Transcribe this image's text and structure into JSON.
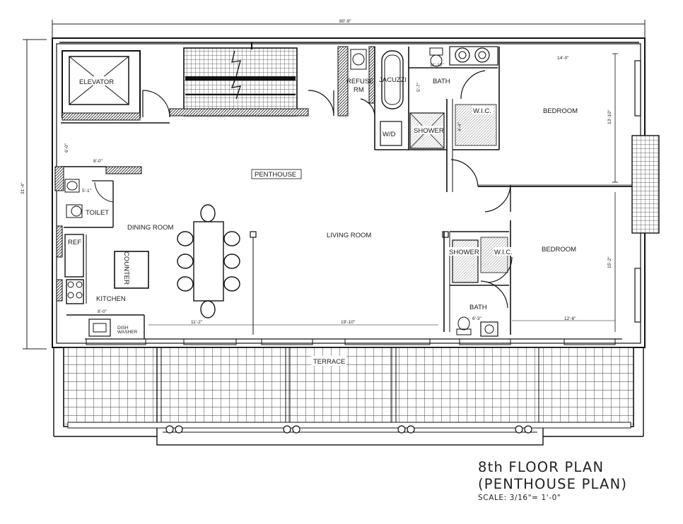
{
  "plan": {
    "dims": {
      "overall_width": "80'-9\"",
      "overall_depth": "31'-4\"",
      "hall_width": "8'-0\"",
      "toilet_width": "5'-1\"",
      "kitchen_width": "8'-0\"",
      "dining_width": "11'-2\"",
      "living_width": "19'-10\"",
      "bedroom1_width": "14'-0\"",
      "bedroom1_depth": "13'-10\"",
      "bedroom2_width": "12'-6\"",
      "bedroom2_depth": "15'-2\"",
      "bath2_width": "6'-3\"",
      "bath1_width": "11'-10\"",
      "wic1_depth": "4'-4\"",
      "jacuzzi_dim": "5'-7\"",
      "elevator_dim": "6'-0\""
    },
    "rooms": {
      "elevator": "ELEVATOR",
      "refuse": "REFUSE\nRM",
      "jacuzzi": "JACUZZI",
      "bath_top": "BATH",
      "wd": "W/D",
      "shower_top": "SHOWER",
      "wic_top": "W.I.C.",
      "bedroom_top": "BEDROOM",
      "penthouse": "PENTHOUSE",
      "toilet": "TOILET",
      "dining": "DINING ROOM",
      "living": "LIVING ROOM",
      "ref": "REF",
      "counter": "COUNTER",
      "kitchen": "KITCHEN",
      "dishwasher": "DISH\nWASHER",
      "shower_bottom": "SHOWER",
      "wic_bottom": "W.I.C.",
      "bedroom_bottom": "BEDROOM",
      "bath_bottom": "BATH",
      "terrace": "TERRACE"
    }
  },
  "title_block": {
    "line1": "8th FLOOR PLAN",
    "line2": "(PENTHOUSE PLAN)",
    "scale": "SCALE: 3/16\"= 1'-0\""
  }
}
